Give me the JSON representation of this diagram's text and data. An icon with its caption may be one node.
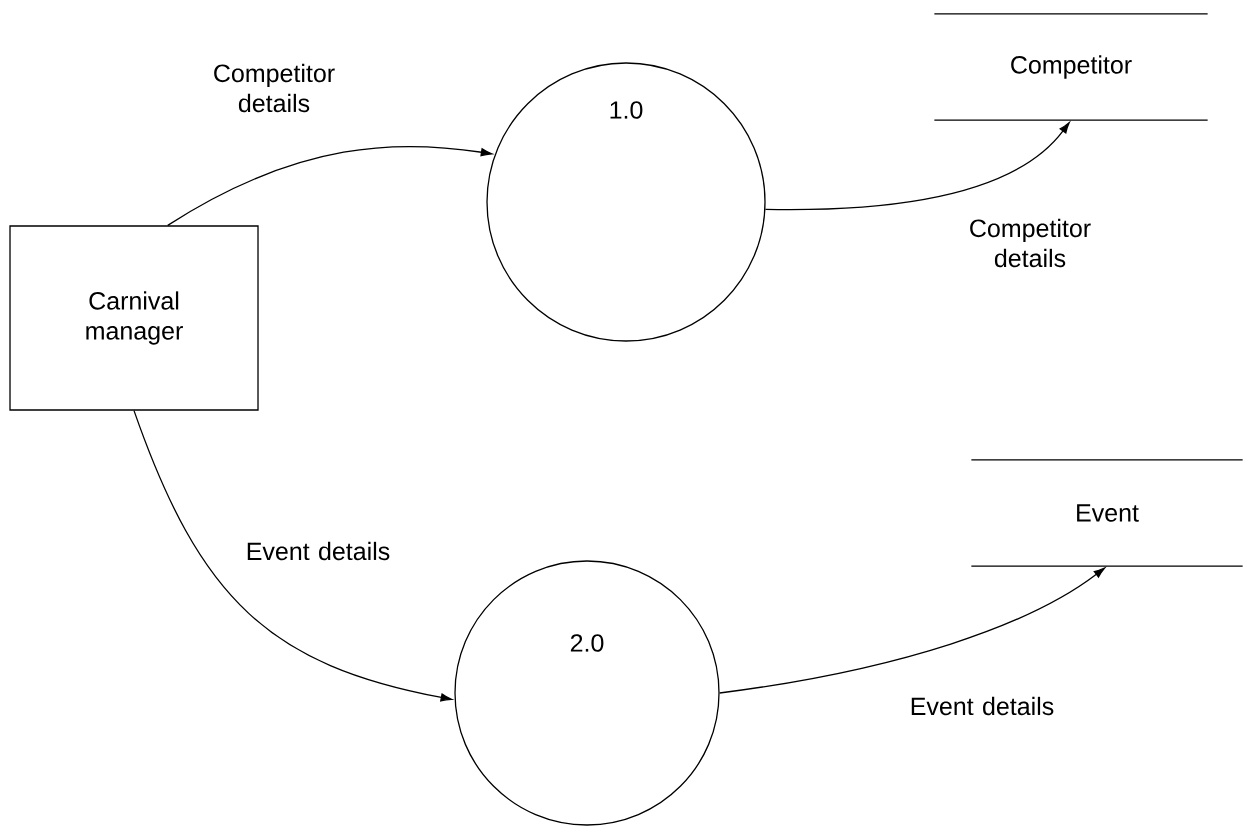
{
  "diagram": {
    "nodes": [
      {
        "text": [
          "Carnival manager"
        ]
      },
      {
        "text": [
          "1.0"
        ]
      },
      {
        "text": [
          "Competitor"
        ]
      },
      {
        "text": [
          "2.0"
        ]
      },
      {
        "text": [
          "Event"
        ]
      }
    ],
    "edges": [
      {
        "from": 0,
        "to": 1,
        "arrow": "to",
        "label": "Competitor details"
      },
      {
        "from": 1,
        "to": 2,
        "arrow": "to",
        "label": "Competitor details"
      },
      {
        "from": 0,
        "to": 3,
        "arrow": "to",
        "label": "Event details"
      },
      {
        "from": 3,
        "to": 4,
        "arrow": "to",
        "label": "Event details"
      }
    ]
  }
}
